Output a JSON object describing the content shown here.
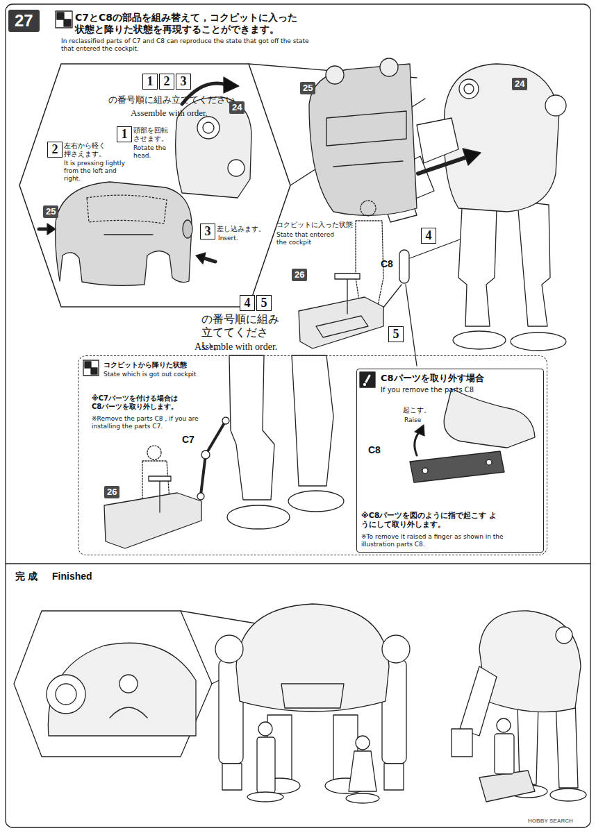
{
  "diagram": {
    "nodes": [
      {
        "text": [
          "27"
        ]
      },
      {
        "text": [
          "の番号順に組み立ててください。",
          "Assemble with order."
        ]
      },
      {
        "text": [
          "1"
        ],
        "in": 1
      },
      {
        "text": [
          "2"
        ],
        "in": 1
      },
      {
        "text": [
          "3"
        ],
        "in": 1
      },
      {
        "text": [
          "1"
        ],
        "in": 1
      },
      {
        "text": [
          "2"
        ],
        "in": 1
      },
      {
        "text": [
          "3"
        ],
        "in": 1
      },
      {
        "text": [
          "4"
        ]
      },
      {
        "text": [
          "5"
        ]
      },
      {
        "text": [
          "4"
        ]
      },
      {
        "text": [
          "5"
        ]
      },
      {
        "text": [
          "コクピットから降りた状態",
          "State which is got out cockpit"
        ]
      },
      {
        "text": [
          "C8パーツを取り外す場合",
          "If you remove the parts C8"
        ],
        "in": 12
      }
    ],
    "labels": [
      "C7とC8の部品を組み替えて，コクピットに入った 状態と降りた状態を再現することができます。",
      "In reclassified parts of C7 and C8 can reproduce the state that got off the state that entered the cockpit.",
      "頭部を回転 させます。",
      "Rotate the head.",
      "左右から軽く 押さえます。",
      "It is pressing lightly from the left and right.",
      "差し込みます。",
      "Insert.",
      "24",
      "25",
      "25",
      "24",
      "C8",
      "コクピットに入った状態",
      "State that entered the cockpit",
      "26",
      "の番号順に組み 立ててください。",
      "Assemble with order.",
      "※C7パーツを付ける場合は C8パーツを取り外します。",
      "※Remove the parts C8 , if you are installing the parts C7.",
      "C7",
      "26",
      "C8",
      "起こす。",
      "Raise",
      "※C8パーツを図のように指で起こす ようにして取り外します。",
      "※To remove it raised a finger as shown in the illustration parts C8.",
      "完 成",
      "Finished",
      "HOBBY SEARCH"
    ]
  }
}
